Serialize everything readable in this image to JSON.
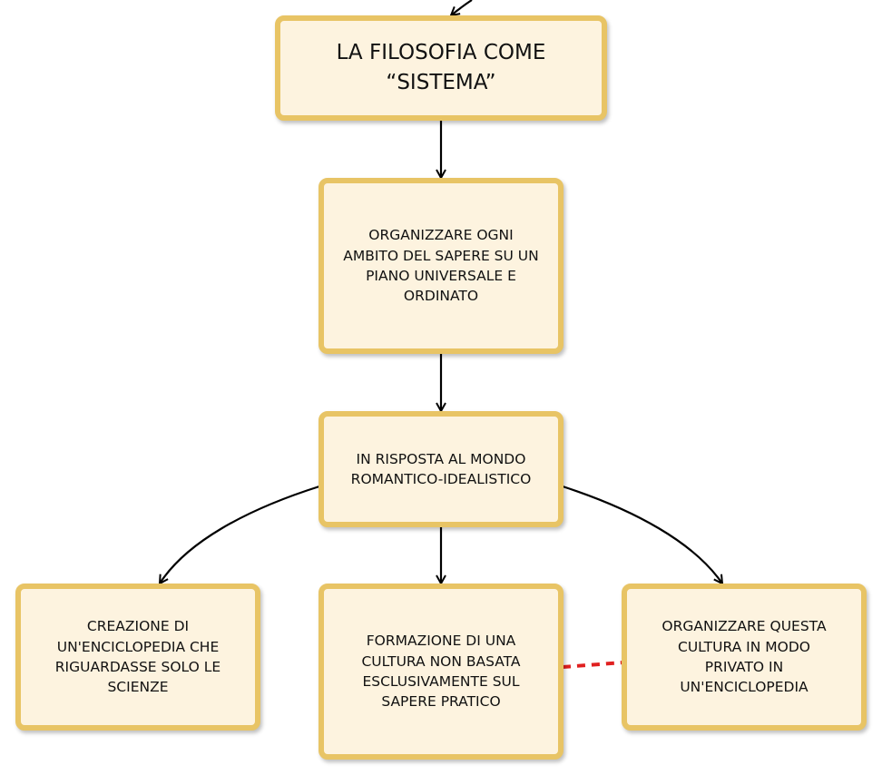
{
  "nodes": {
    "title": "LA FILOSOFIA COME\n“SISTEMA”",
    "organize": "ORGANIZZARE OGNI\nAMBITO DEL SAPERE SU UN\nPIANO UNIVERSALE E\nORDINATO",
    "response": "IN RISPOSTA AL MONDO\nROMANTICO-IDEALISTICO",
    "encyclopedia": "CREAZIONE DI\nUN'ENCICLOPEDIA CHE\nRIGUARDASSE SOLO LE\nSCIENZE",
    "culture": "FORMAZIONE DI UNA\nCULTURA NON BASATA\nESCLUSIVAMENTE SUL\nSAPERE PRATICO",
    "private": "ORGANIZZARE QUESTA\nCULTURA IN MODO\nPRIVATO IN\nUN'ENCICLOPEDIA"
  },
  "colors": {
    "node_fill": "#fdf3df",
    "node_border": "#e8c465",
    "arrow": "#000000",
    "dashed_link": "#e02020"
  }
}
